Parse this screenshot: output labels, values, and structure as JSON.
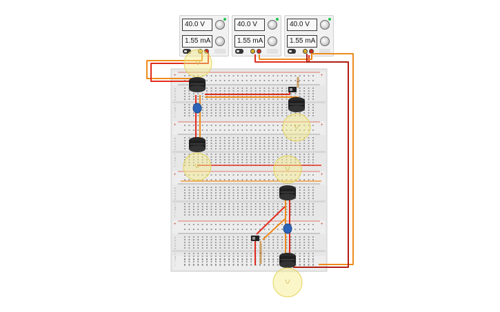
{
  "power_supplies": [
    {
      "voltage": "40.0 V",
      "current": "1.55 mA"
    },
    {
      "voltage": "40.0 V",
      "current": "1.55 mA"
    },
    {
      "voltage": "40.0 V",
      "current": "1.55 mA"
    }
  ],
  "breadboard": {
    "columns": 30,
    "rows_upper_half": [
      "a",
      "b",
      "c",
      "d",
      "e"
    ],
    "rows_lower_half": [
      "f",
      "g",
      "h",
      "i",
      "j"
    ],
    "rail_markers": [
      "+",
      "-"
    ]
  },
  "components": {
    "bulb_icon": "light-bulb-icon",
    "switch_icon": "slide-switch-icon",
    "fuse_icon": "blue-fuse-icon",
    "resistor_icon": "resistor-icon"
  },
  "colors": {
    "wire_red": "#e02a1a",
    "wire_orange": "#ee8a1a",
    "wire_dark_red": "#b01c10",
    "bulb_glow": "#f7ea86",
    "breadboard": "#e7e7e7",
    "fuse": "#2b63b8"
  }
}
